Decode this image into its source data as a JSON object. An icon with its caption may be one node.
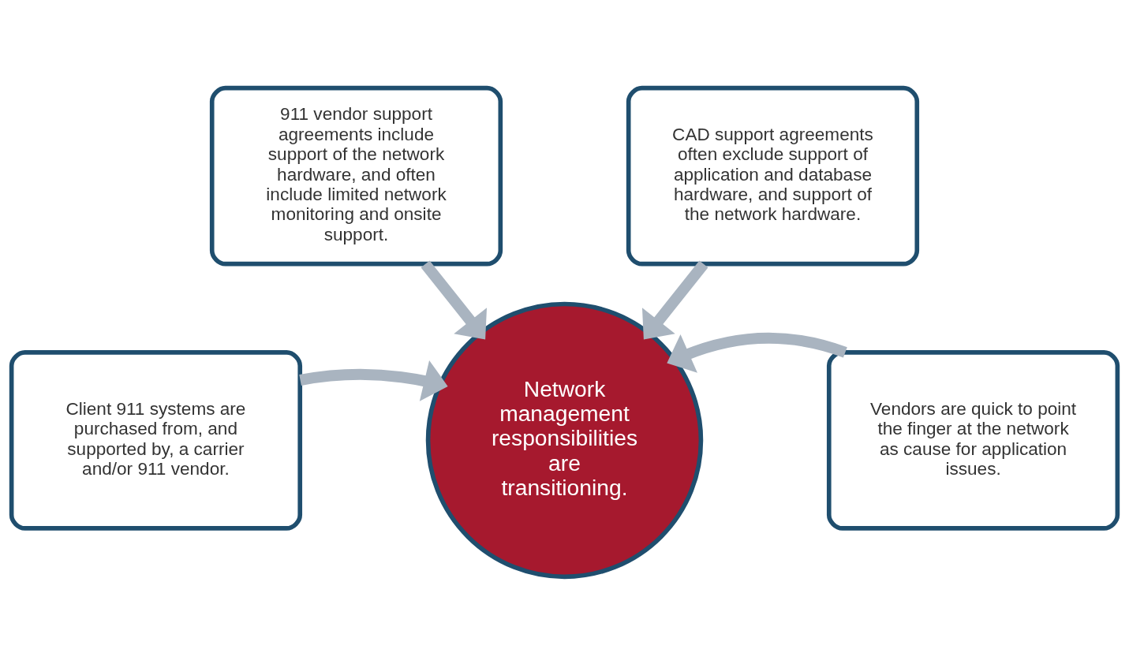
{
  "diagram": {
    "nodes": [
      {
        "text": [
          "911 vendor support agreements include support of the network hardware, and often include limited network monitoring and onsite support."
        ]
      },
      {
        "text": [
          "CAD support agreements often exclude support of application and database hardware, and support of the network hardware."
        ]
      },
      {
        "text": [
          "Client 911 systems are purchased from, and supported by, a carrier and/or 911 vendor."
        ]
      },
      {
        "text": [
          "Vendors are quick to point the finger at the network as cause for application issues."
        ]
      },
      {
        "text": [
          "Network management responsibilities are transitioning."
        ]
      }
    ],
    "edges": [
      {
        "from": 0,
        "to": 4,
        "arrow": "to"
      },
      {
        "from": 1,
        "to": 4,
        "arrow": "to"
      },
      {
        "from": 2,
        "to": 4,
        "arrow": "to"
      },
      {
        "from": 3,
        "to": 4,
        "arrow": "to"
      }
    ]
  }
}
